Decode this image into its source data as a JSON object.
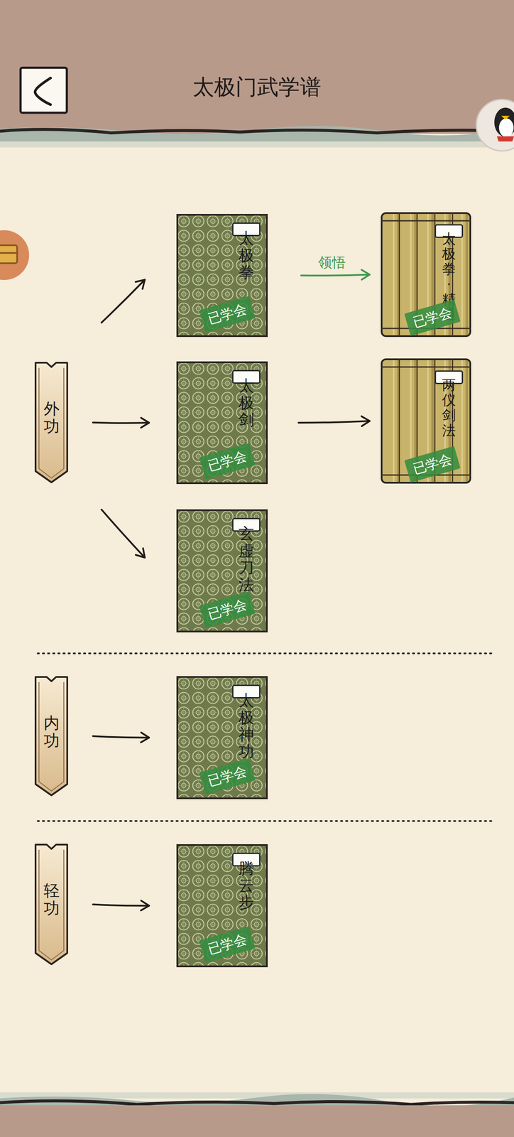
{
  "diagram": {
    "title": "太极门武学谱",
    "nodes": [
      {
        "text": [
          "外功"
        ]
      },
      {
        "text": [
          "太极拳",
          "已学会"
        ]
      },
      {
        "text": [
          "太极拳·精通",
          "已学会"
        ]
      },
      {
        "text": [
          "太极剑",
          "已学会"
        ]
      },
      {
        "text": [
          "两仪剑法",
          "已学会"
        ]
      },
      {
        "text": [
          "玄虚刀法",
          "已学会"
        ]
      },
      {
        "text": [
          "内功"
        ]
      },
      {
        "text": [
          "太极神功",
          "已学会"
        ]
      },
      {
        "text": [
          "轻功"
        ]
      },
      {
        "text": [
          "腾云步",
          "已学会"
        ]
      }
    ],
    "edges": [
      {
        "from": 0,
        "to": 1,
        "arrow": "to"
      },
      {
        "from": 1,
        "to": 2,
        "label": "领悟",
        "arrow": "to"
      },
      {
        "from": 0,
        "to": 3,
        "arrow": "to"
      },
      {
        "from": 3,
        "to": 4,
        "arrow": "to"
      },
      {
        "from": 0,
        "to": 5,
        "arrow": "to"
      },
      {
        "from": 6,
        "to": 7,
        "arrow": "to"
      },
      {
        "from": 8,
        "to": 9,
        "arrow": "to"
      }
    ]
  }
}
